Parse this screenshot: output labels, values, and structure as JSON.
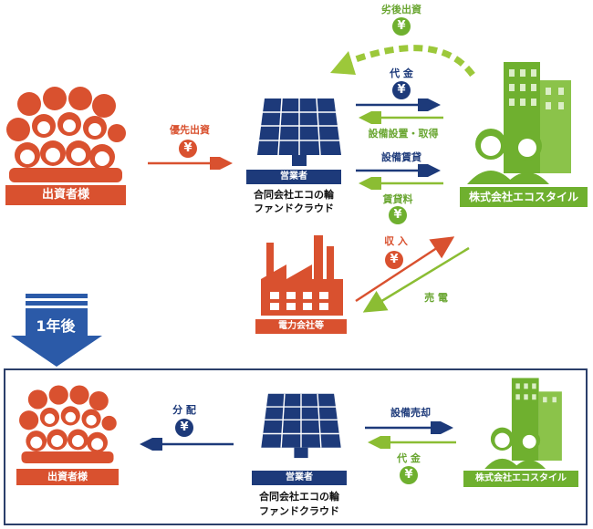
{
  "labels": {
    "investors_top": "出資者様",
    "operator_tag_top": "営業者",
    "operator_name_top_line1": "合同会社エコの輪",
    "operator_name_top_line2": "ファンドクラウド",
    "company_top": "株式会社エコスタイル",
    "power_company": "電力会社等",
    "investors_bottom": "出資者様",
    "operator_tag_bottom": "営業者",
    "operator_name_bottom_line1": "合同会社エコの輪",
    "operator_name_bottom_line2": "ファンドクラウド",
    "company_bottom": "株式会社エコスタイル"
  },
  "flows": {
    "subordinated": "劣後出資",
    "priority": "優先出資",
    "payment_top": "代 金",
    "install_acquire": "設備設置・取得",
    "lease": "設備賃貸",
    "rent": "賃貸料",
    "income": "収 入",
    "sell_power": "売 電",
    "distribution": "分 配",
    "equipment_sale": "設備売却",
    "payment_bottom": "代 金"
  },
  "after_year": "1年後",
  "yen_symbol": "¥",
  "colors": {
    "red": "#d9512f",
    "navy": "#1d3a7a",
    "green": "#6fb02f",
    "light_green": "#9cc83a"
  }
}
